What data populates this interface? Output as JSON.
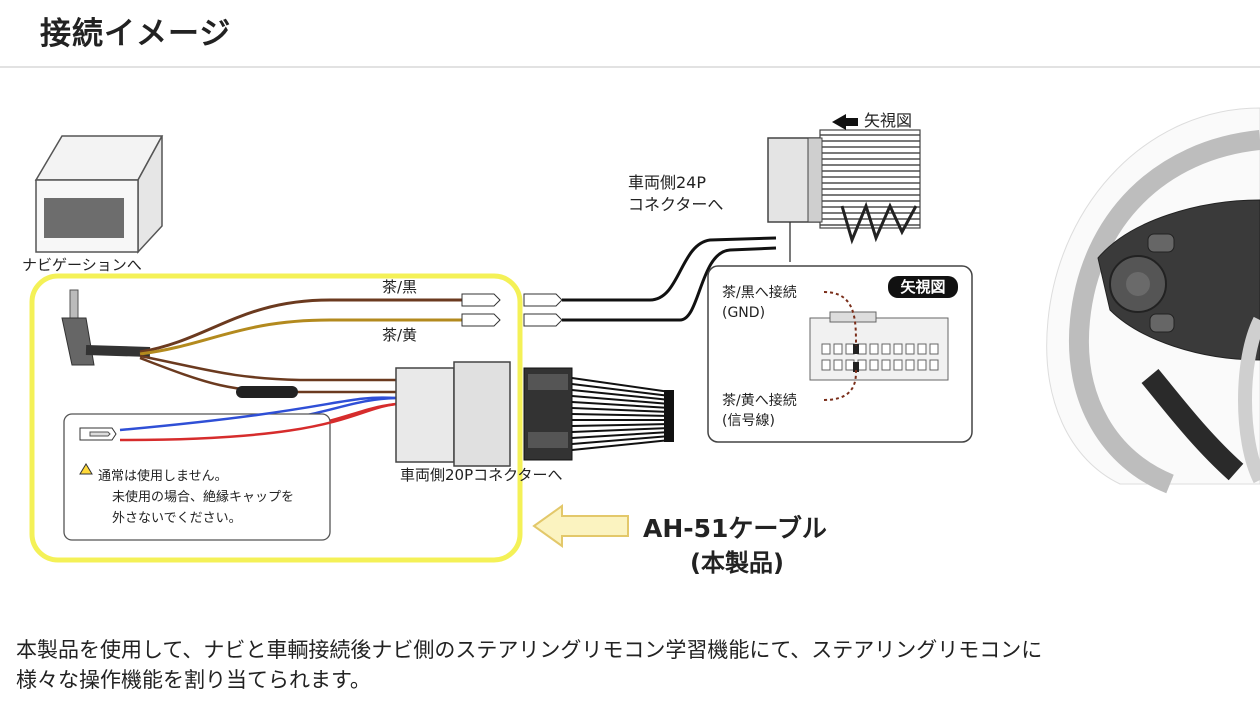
{
  "header": {
    "title": "接続イメージ"
  },
  "labels": {
    "navi": "ナビゲーションへ",
    "arrow_view_top": "矢視図",
    "connector24_line1": "車両側24P",
    "connector24_line2": "コネクターへ",
    "wire_brown_black": "茶/黒",
    "wire_brown_yellow": "茶/黄",
    "connector20": "車両側20Pコネクターへ",
    "inset_badge": "矢視図",
    "inset_gnd_line1": "茶/黒へ接続",
    "inset_gnd_line2": "(GND)",
    "inset_signal_line1": "茶/黄へ接続",
    "inset_signal_line2": "(信号線)"
  },
  "warning": {
    "line1": "通常は使用しません。",
    "line2": "未使用の場合、絶縁キャップを",
    "line3": "外さないでください。"
  },
  "product": {
    "name": "AH-51ケーブル",
    "sub": "(本製品)"
  },
  "caption": {
    "line1": "本製品を使用して、ナビと車輌接続後ナビ側のステアリングリモコン学習機能にて、ステアリングリモコンに",
    "line2": "様々な操作機能を割り当てられます。"
  },
  "colors": {
    "highlight": "#f2ee3a",
    "arrow_fill": "#fbf3c0",
    "arrow_stroke": "#e3c86a",
    "wire_brown": "#6b3a1f",
    "wire_yellow": "#b38a1e",
    "wire_blue": "#2f4fd6",
    "wire_red": "#d62c2c"
  }
}
